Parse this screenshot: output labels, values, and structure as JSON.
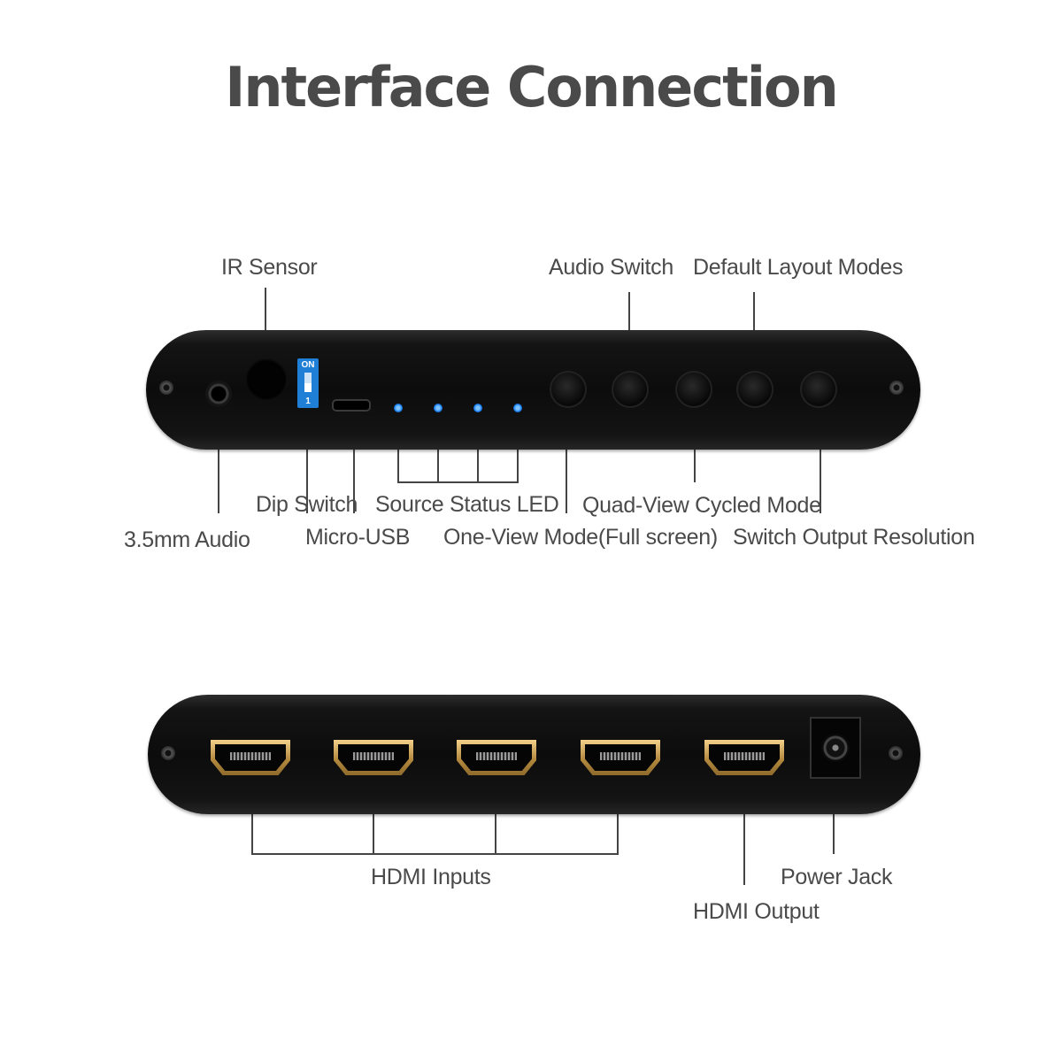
{
  "title": "Interface Connection",
  "front_panel": {
    "labels": {
      "ir_sensor": "IR Sensor",
      "audio_switch": "Audio Switch",
      "default_layout_modes": "Default Layout Modes",
      "dip_switch": "Dip Switch",
      "source_status_led": "Source Status LED",
      "quad_view_cycled_mode": "Quad-View Cycled Mode",
      "audio_35mm": "3.5mm Audio",
      "micro_usb": "Micro-USB",
      "one_view_mode": "One-View Mode(Full screen)",
      "switch_output_resolution": "Switch Output Resolution"
    },
    "dip": {
      "on": "ON",
      "position": "1"
    },
    "led_color": "#1f86ff"
  },
  "rear_panel": {
    "labels": {
      "hdmi_inputs": "HDMI Inputs",
      "power_jack": "Power Jack",
      "hdmi_output": "HDMI Output"
    }
  }
}
